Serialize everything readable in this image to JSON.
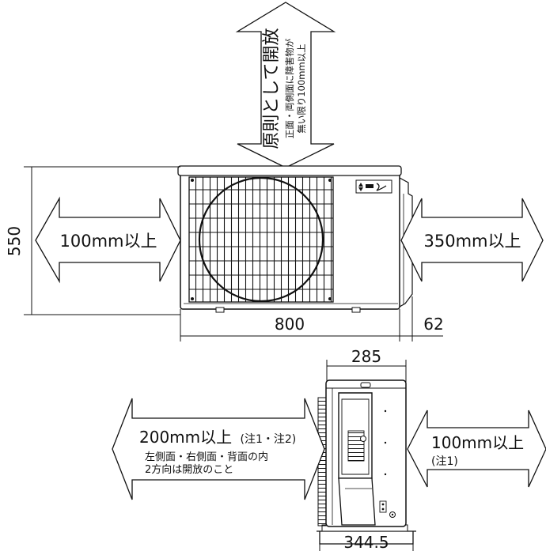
{
  "top_clearance": {
    "main": "原則として開放",
    "sub_line1": "正面・両側面に障害物が",
    "sub_line2": "無い限り100mm以上"
  },
  "front_view": {
    "left_clearance": "100mm以上",
    "right_clearance": "350mm以上",
    "height_dim": "550",
    "width_dim": "800",
    "protrusion_dim": "62"
  },
  "side_view": {
    "depth_dim": "285",
    "base_dim": "344.5",
    "left_clearance": "200mm以上",
    "left_note": "(注1・注2)",
    "left_sub_line1": "左側面・右側面・背面の内",
    "left_sub_line2": "2方向は開放のこと",
    "right_clearance": "100mm以上",
    "right_note": "(注1)"
  },
  "colors": {
    "line": "#111111",
    "unit_fill": "#ffffff"
  }
}
